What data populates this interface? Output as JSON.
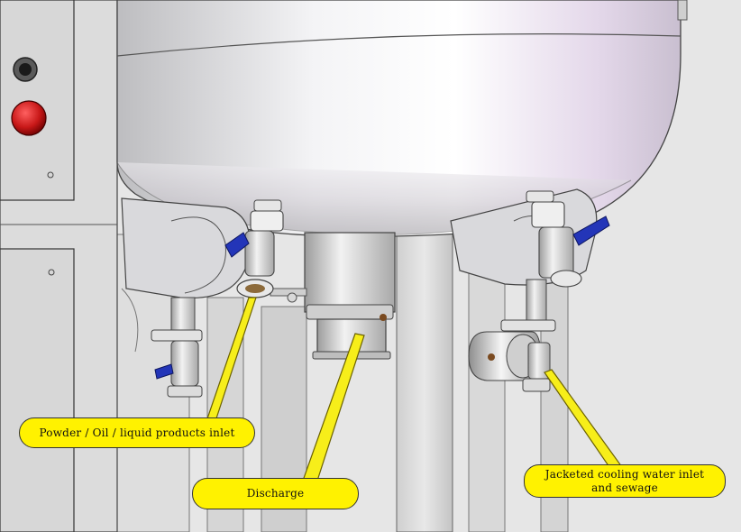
{
  "callouts": {
    "powder_inlet": "Powder / Oil / liquid products inlet",
    "discharge": "Discharge",
    "jacket_line_1": "Jacketed cooling water inlet",
    "jacket_line_2": "and sewage"
  },
  "colors": {
    "label_fill": "#fff200",
    "leader_line": "#f7ee1a",
    "valve_handle": "#2335b8",
    "indicator_red": "#c81818"
  }
}
